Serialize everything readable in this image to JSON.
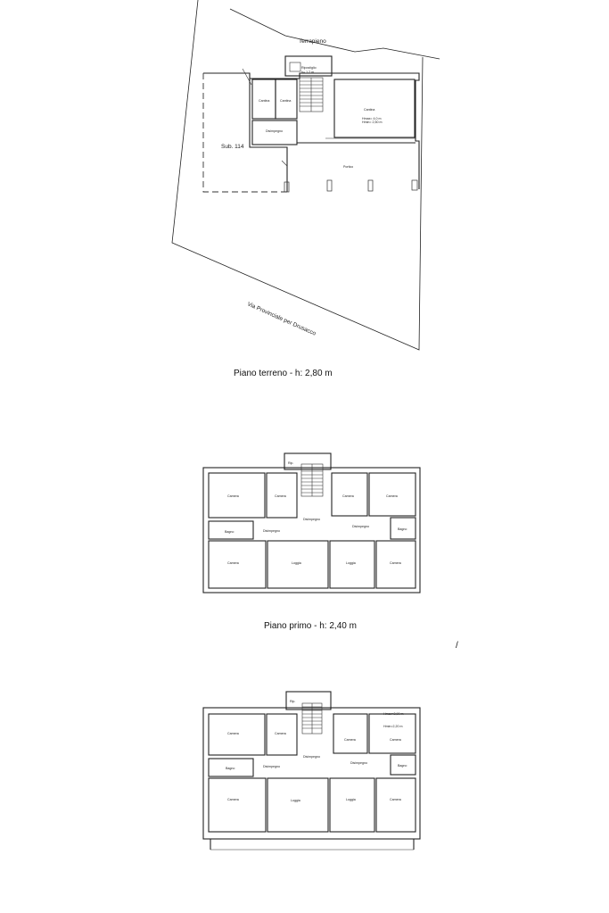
{
  "ground_floor": {
    "caption": "Piano terreno -  h: 2,80 m",
    "terrapieno": "Terrapieno",
    "sub": "Sub. 114",
    "road": "Via Provinciale per Drusacco",
    "rooms": {
      "ripostiglio": "Ripostiglio",
      "ripostiglio_h": "h= 1,2 m",
      "cantina1": "Cantina",
      "cantina2": "Cantina",
      "cantina_big": "Cantina",
      "cantina_big_h1": "Hmax= 4,0 m",
      "cantina_big_h2": "Hmin= 2,50 m",
      "disimpegno": "Disimpegno",
      "portico": "Portico"
    }
  },
  "first_floor": {
    "caption": "Piano primo - h: 2,40 m",
    "rooms": {
      "rip": "Rip.",
      "camera_tl": "Camera",
      "camera_tm": "Camera",
      "camera_tr1": "Camera",
      "camera_tr2": "Camera",
      "disimpegno_c": "Disimpegno",
      "disimpegno_l": "Disimpegno",
      "disimpegno_r": "Disimpegno",
      "bagno_l": "Bagno",
      "bagno_r": "Bagno",
      "camera_bl": "Camera",
      "loggia_l": "Loggia",
      "loggia_r": "Loggia",
      "camera_br": "Camera"
    }
  },
  "second_floor": {
    "rooms": {
      "rip": "Rip.",
      "camera_tl": "Camera",
      "camera_tm": "Camera",
      "camera_tr1": "Camera",
      "camera_tr2": "Camera",
      "hmax": "Hmax=2,90 m",
      "hmin": "Hmin=2,20 m",
      "disimpegno_c": "Disimpegno",
      "disimpegno_l": "Disimpegno",
      "disimpegno_r": "Disimpegno",
      "bagno_l": "Bagno",
      "bagno_r": "Bagno",
      "camera_bl": "Camera",
      "loggia_l": "Loggia",
      "loggia_r": "Loggia",
      "camera_br": "Camera"
    }
  },
  "stray_mark": "/"
}
